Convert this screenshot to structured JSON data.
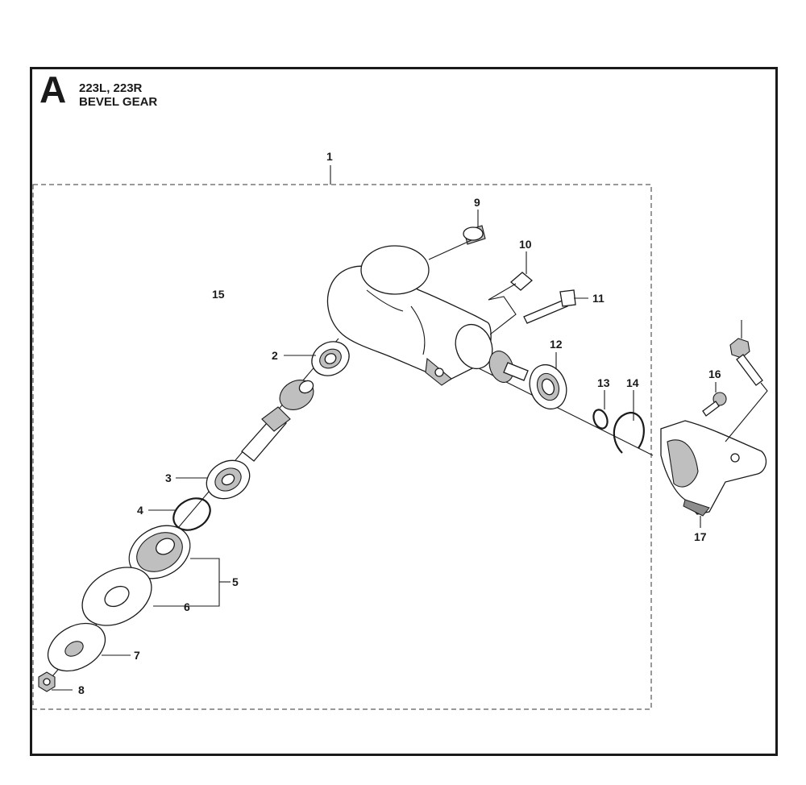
{
  "header": {
    "section_letter": "A",
    "models": "223L, 223R",
    "title": "BEVEL GEAR"
  },
  "callouts": [
    "1",
    "2",
    "3",
    "4",
    "5",
    "6",
    "7",
    "8",
    "9",
    "10",
    "11",
    "12",
    "13",
    "14",
    "15",
    "16",
    "17"
  ],
  "colors": {
    "line": "#1a1a1a",
    "shade": "#bfbfbf",
    "background": "#ffffff"
  }
}
